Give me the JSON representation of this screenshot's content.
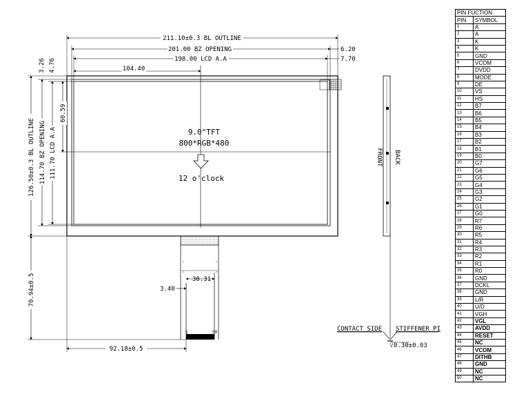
{
  "outline_dims": {
    "bl_width": "211.10±0.3 BL OUTLINE",
    "bz_width": "201.00 BZ OPENING",
    "aa_width": "198.00 LCD A.A",
    "right_offset_1": "6.20",
    "right_offset_2": "7.70",
    "left_offset": "104.40",
    "top_offset_1": "3.26",
    "top_offset_2": "4.76",
    "center_offset": "60.59",
    "bl_height": "126.50±0.3 BL OUTLINE",
    "bz_height": "114.70 BZ OPENING",
    "aa_height": "111.70 LCD A.A",
    "fpc_length": "70.94±0.5",
    "fpc_width": "30.31",
    "fpc_offset": "3.40",
    "fpc_position": "92.18±0.5"
  },
  "center": {
    "line1": "9.0\"TFT",
    "line2": "800*RGB*480",
    "line3": "12 o'clock"
  },
  "fpc": {
    "pin_first": "1",
    "pin_last": "50"
  },
  "side_view": {
    "front": "FRONT",
    "back": "BACK",
    "contact_side": "CONTACT SIDE",
    "stiffener": "STIFFENER PI",
    "thickness": "0.30±0.03"
  },
  "pin_table": {
    "title": "PIN FUCTION",
    "col_pin": "PIN",
    "col_symbol": "SYMBOL",
    "rows": [
      {
        "pin": "1",
        "symbol": "A"
      },
      {
        "pin": "2",
        "symbol": "A"
      },
      {
        "pin": "3",
        "symbol": "K"
      },
      {
        "pin": "4",
        "symbol": "K"
      },
      {
        "pin": "5",
        "symbol": "GND"
      },
      {
        "pin": "6",
        "symbol": "VCOM"
      },
      {
        "pin": "7",
        "symbol": "DVDD"
      },
      {
        "pin": "8",
        "symbol": "MODE"
      },
      {
        "pin": "9",
        "symbol": "DE"
      },
      {
        "pin": "10",
        "symbol": "VS"
      },
      {
        "pin": "11",
        "symbol": "HS"
      },
      {
        "pin": "12",
        "symbol": "B7"
      },
      {
        "pin": "13",
        "symbol": "B6"
      },
      {
        "pin": "14",
        "symbol": "B5"
      },
      {
        "pin": "15",
        "symbol": "B4"
      },
      {
        "pin": "16",
        "symbol": "B3"
      },
      {
        "pin": "17",
        "symbol": "B2"
      },
      {
        "pin": "18",
        "symbol": "B1"
      },
      {
        "pin": "19",
        "symbol": "B0"
      },
      {
        "pin": "20",
        "symbol": "G7"
      },
      {
        "pin": "21",
        "symbol": "G6"
      },
      {
        "pin": "22",
        "symbol": "G5"
      },
      {
        "pin": "23",
        "symbol": "G4"
      },
      {
        "pin": "24",
        "symbol": "G3"
      },
      {
        "pin": "25",
        "symbol": "G2"
      },
      {
        "pin": "26",
        "symbol": "G1"
      },
      {
        "pin": "27",
        "symbol": "G0"
      },
      {
        "pin": "28",
        "symbol": "R7"
      },
      {
        "pin": "29",
        "symbol": "R6"
      },
      {
        "pin": "30",
        "symbol": "R5"
      },
      {
        "pin": "31",
        "symbol": "R4"
      },
      {
        "pin": "32",
        "symbol": "R3"
      },
      {
        "pin": "33",
        "symbol": "R2"
      },
      {
        "pin": "34",
        "symbol": "R1"
      },
      {
        "pin": "35",
        "symbol": "R0"
      },
      {
        "pin": "36",
        "symbol": "GND"
      },
      {
        "pin": "37",
        "symbol": "DCKL"
      },
      {
        "pin": "38",
        "symbol": "GND"
      },
      {
        "pin": "39",
        "symbol": "L/R"
      },
      {
        "pin": "40",
        "symbol": "U/D"
      },
      {
        "pin": "41",
        "symbol": "VGH"
      },
      {
        "pin": "42",
        "symbol": "VGL"
      },
      {
        "pin": "43",
        "symbol": "AVDD"
      },
      {
        "pin": "44",
        "symbol": "RESET"
      },
      {
        "pin": "45",
        "symbol": "NC"
      },
      {
        "pin": "46",
        "symbol": "VCOM"
      },
      {
        "pin": "47",
        "symbol": "DITHB"
      },
      {
        "pin": "48",
        "symbol": "GND"
      },
      {
        "pin": "49",
        "symbol": "NC"
      },
      {
        "pin": "50",
        "symbol": "NC"
      }
    ]
  }
}
